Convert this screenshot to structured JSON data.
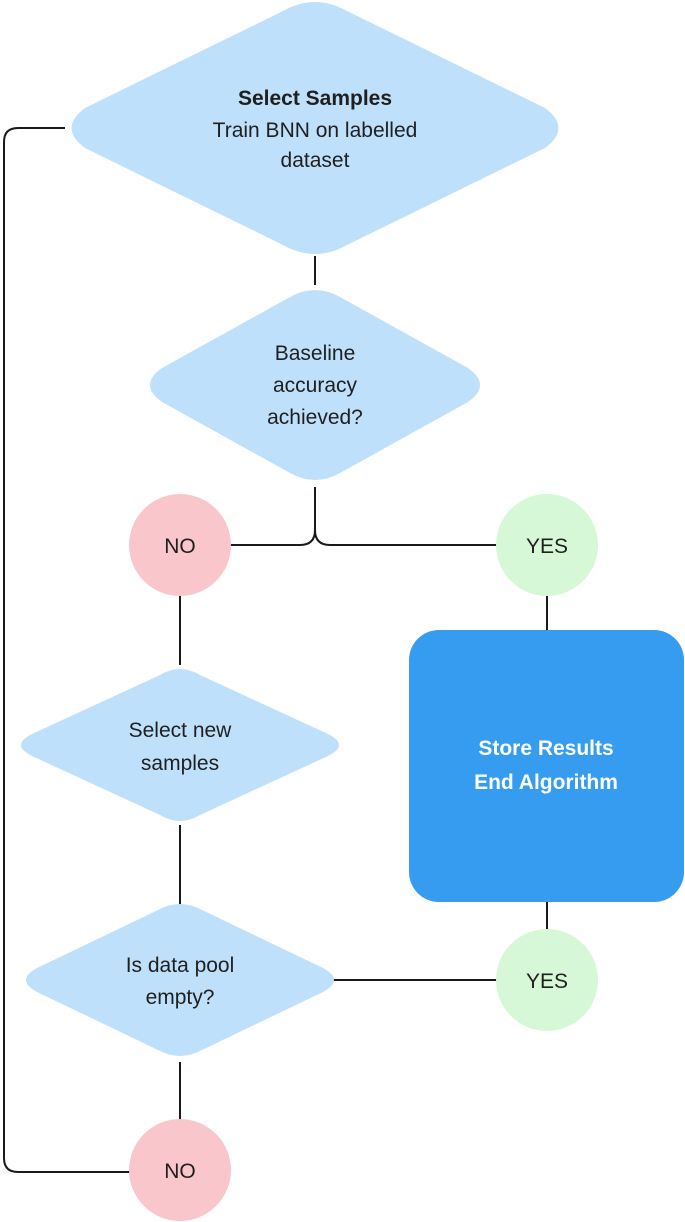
{
  "colors": {
    "decision_fill": "#bfe0fb",
    "terminal_fill": "#359cf0",
    "no_fill": "#f9c7cb",
    "yes_fill": "#d6f8d7",
    "line": "#1a1a1a"
  },
  "nodes": {
    "select_samples": {
      "title": "Select Samples",
      "line1": "Train BNN on labelled",
      "line2": "dataset"
    },
    "baseline": {
      "line1": "Baseline",
      "line2": "accuracy",
      "line3": "achieved?"
    },
    "no_top": {
      "label": "NO"
    },
    "yes_top": {
      "label": "YES"
    },
    "select_new": {
      "line1": "Select new",
      "line2": "samples"
    },
    "store_results": {
      "line1": "Store Results",
      "line2": "End Algorithm"
    },
    "pool_empty": {
      "line1": "Is data pool",
      "line2": "empty?"
    },
    "yes_bottom": {
      "label": "YES"
    },
    "no_bottom": {
      "label": "NO"
    }
  }
}
